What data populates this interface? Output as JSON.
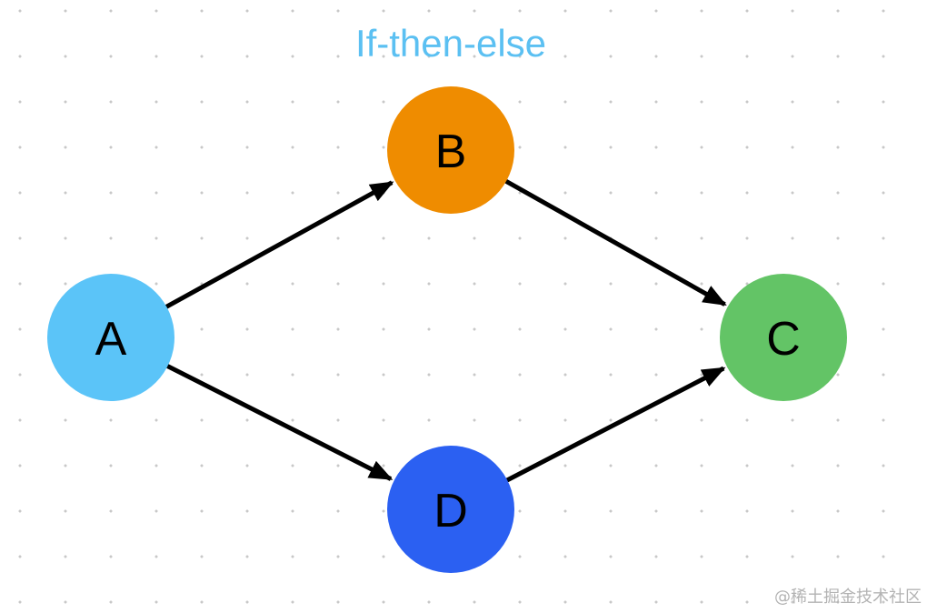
{
  "title": "If-then-else",
  "title_color": "#5bc0f2",
  "nodes": [
    {
      "id": "A",
      "label": "A",
      "color": "#5bc4f8"
    },
    {
      "id": "B",
      "label": "B",
      "color": "#ef8c00"
    },
    {
      "id": "C",
      "label": "C",
      "color": "#63c466"
    },
    {
      "id": "D",
      "label": "D",
      "color": "#2b60f2"
    }
  ],
  "edges": [
    {
      "from": "A",
      "to": "B"
    },
    {
      "from": "B",
      "to": "C"
    },
    {
      "from": "A",
      "to": "D"
    },
    {
      "from": "D",
      "to": "C"
    }
  ],
  "edge_color": "#000000",
  "watermark": "@稀土掘金技术社区"
}
